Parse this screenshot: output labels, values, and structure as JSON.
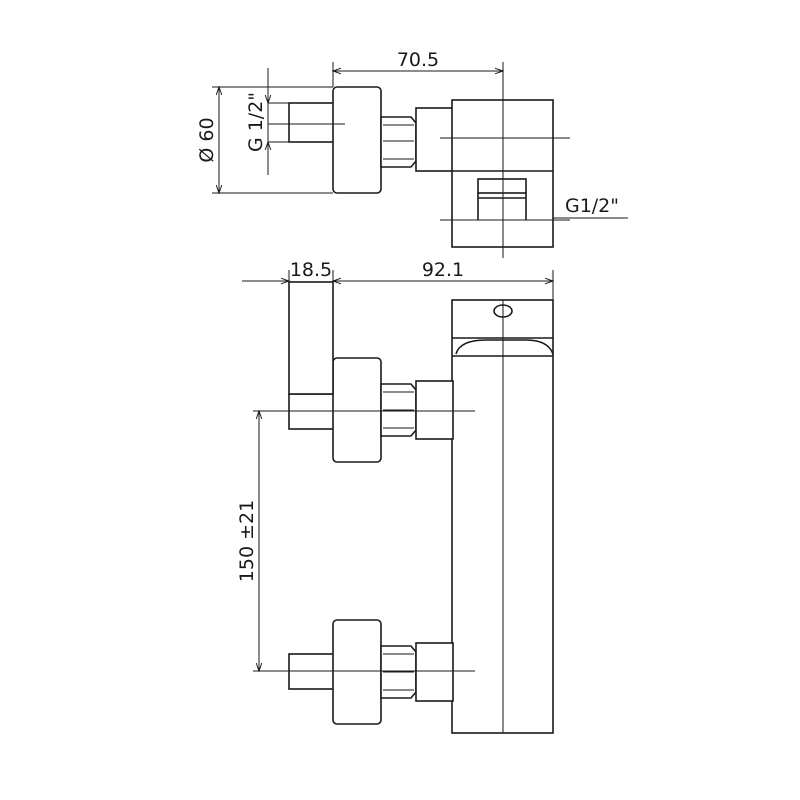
{
  "drawing": {
    "dimensions": {
      "top_width": "70.5",
      "outlet_diameter": "Ø 60",
      "inlet_thread_top": "G 1/2\"",
      "outlet_thread": "G1/2\"",
      "inlet_offset": "18.5",
      "body_width": "92.1",
      "inlet_spacing": "150 ±21"
    }
  }
}
